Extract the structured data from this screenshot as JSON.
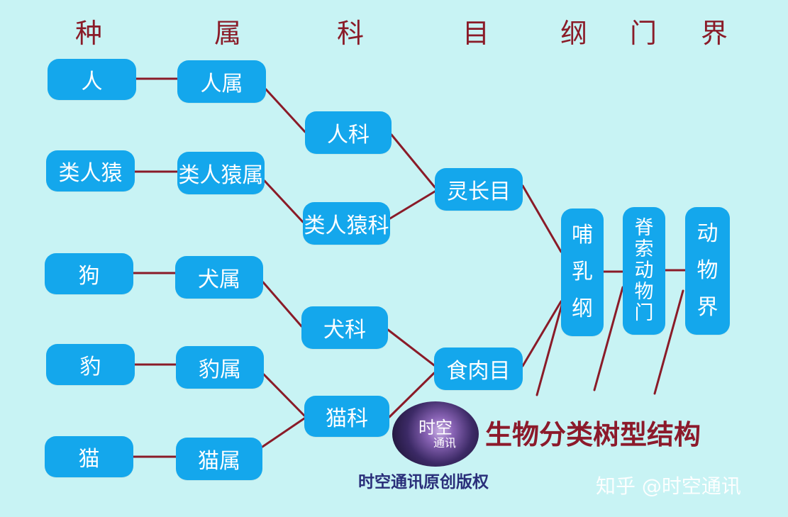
{
  "colors": {
    "background": "#c8f3f4",
    "node": "#14a7ec",
    "link": "#8a1b28",
    "accent": "#8c1a2b"
  },
  "headers": [
    "种",
    "属",
    "科",
    "目",
    "纲",
    "门",
    "界"
  ],
  "nodes": {
    "species_human": "人",
    "species_ape": "类人猿",
    "species_dog": "狗",
    "species_leopard": "豹",
    "species_cat": "猫",
    "genus_homo": "人属",
    "genus_ape": "类人猿属",
    "genus_canis": "犬属",
    "genus_leopard": "豹属",
    "genus_felis": "猫属",
    "family_human": "人科",
    "family_ape": "类人猿科",
    "family_dog": "犬科",
    "family_cat": "猫科",
    "order_primate": "灵长目",
    "order_carnivore": "食肉目",
    "class_mammal": "哺乳纲",
    "phylum_chordate": "脊索动物门",
    "kingdom_animal": "动物界"
  },
  "title": "生物分类树型结构",
  "logo": {
    "line1": "时空",
    "line2": "通讯"
  },
  "copyright": "时空通讯原创版权",
  "watermark": "知乎 @时空通讯"
}
